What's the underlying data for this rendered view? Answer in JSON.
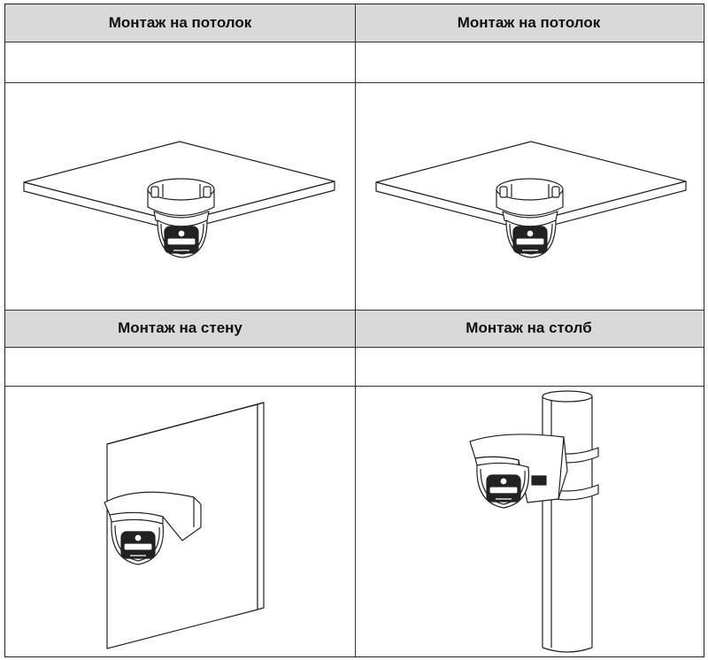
{
  "table": {
    "rows": [
      {
        "headers": [
          "Монтаж на потолок",
          "Монтаж на потолок"
        ]
      },
      {
        "headers": [
          "Монтаж на стену",
          "Монтаж на столб"
        ]
      }
    ]
  },
  "icons": {
    "row1_left": "ceiling-mount-junction-box-camera-icon",
    "row1_right": "ceiling-mount-junction-box-camera-icon",
    "row2_left": "wall-mount-bracket-camera-icon",
    "row2_right": "pole-mount-bracket-camera-icon"
  }
}
